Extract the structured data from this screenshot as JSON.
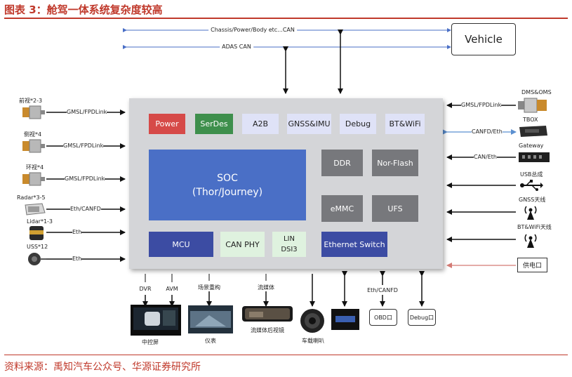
{
  "title": "图表 3：舱驾一体系统复杂度较高",
  "source": "资料来源：禹知汽车公众号、华源证券研究所",
  "vehicle": "Vehicle",
  "buses": {
    "chassis": "Chassis/Power/Body etc...CAN",
    "adas": "ADAS CAN"
  },
  "blocks": {
    "power": "Power",
    "serdes": "SerDes",
    "a2b": "A2B",
    "gnss_imu": "GNSS&IMU",
    "debug": "Debug",
    "bt_wifi": "BT&WiFi",
    "soc_line1": "SOC",
    "soc_line2": "(Thor/Journey)",
    "ddr": "DDR",
    "nor_flash": "Nor-Flash",
    "emmc": "eMMC",
    "ufs": "UFS",
    "mcu": "MCU",
    "can_phy": "CAN PHY",
    "lin": "LIN",
    "dsi3": "DSI3",
    "ethernet_switch": "Ethernet Switch"
  },
  "left_devices": [
    {
      "name": "前视*2-3",
      "link": "GMSL/FPDLink"
    },
    {
      "name": "侧视*4",
      "link": "GMSL/FPDLink"
    },
    {
      "name": "环视*4",
      "link": "GMSL/FPDLink"
    },
    {
      "name": "Radar*3-5",
      "link": "Eth/CANFD"
    },
    {
      "name": "Lidar*1-3",
      "link": "Eth"
    },
    {
      "name": "USS*12",
      "link": "Eth"
    }
  ],
  "right_devices": [
    {
      "name": "DMS&OMS",
      "link": "GMSL/FPDLink"
    },
    {
      "name": "TBOX",
      "link": "CANFD/Eth"
    },
    {
      "name": "Gateway",
      "link": "CAN/Eth"
    },
    {
      "name": "USB总成",
      "link": ""
    },
    {
      "name": "GNSS天线",
      "link": ""
    },
    {
      "name": "BT&WiFi天线",
      "link": ""
    },
    {
      "name": "供电口",
      "link": ""
    }
  ],
  "bottom": {
    "dvr": "DVR",
    "avm": "AVM",
    "center_screen": "中控屏",
    "scene_rebuild": "场景重构",
    "cluster": "仪表",
    "streaming": "流媒体",
    "streaming_mirror": "流媒体后视镜",
    "speaker": "车载喇叭",
    "eth_canfd": "Eth/CANFD",
    "obd": "OBD口",
    "debug_port": "Debug口"
  },
  "colors": {
    "accent": "#c0392b",
    "power": "#d64a48",
    "serdes": "#3e8f4c",
    "lavender": "#dfe2f7",
    "soc": "#4a6fc6",
    "dark_grey": "#77787c",
    "navy": "#3c4ca3",
    "mint": "#dff2df",
    "blue_arrow": "#5b8fd0",
    "red_arrow": "#d37b75"
  }
}
